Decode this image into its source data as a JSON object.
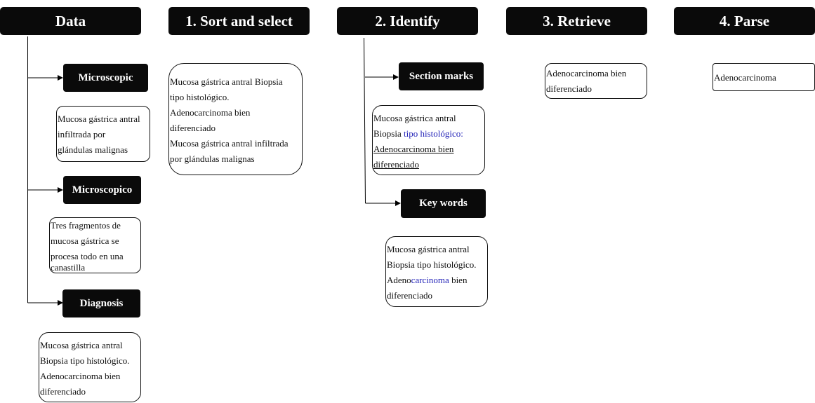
{
  "headers": {
    "data": "Data",
    "sort": "1. Sort and select",
    "identify": "2. Identify",
    "retrieve": "3. Retrieve",
    "parse": "4. Parse"
  },
  "data_column": {
    "microscopic_label": "Microscopic",
    "microscopic_text": [
      "Mucosa gástrica antral",
      "infiltrada por",
      "glándulas malignas"
    ],
    "microscopico_label": "Microscopico",
    "microscopico_text": [
      "Tres fragmentos de",
      "mucosa gástrica se",
      "procesa todo en una",
      "canastilla"
    ],
    "diagnosis_label": "Diagnosis",
    "diagnosis_text": [
      "Mucosa gástrica antral",
      "Biopsia tipo histológico.",
      "Adenocarcinoma bien",
      "diferenciado"
    ]
  },
  "sort_column": {
    "text": [
      "Mucosa gástrica antral Biopsia",
      "tipo histológico.",
      "Adenocarcinoma bien",
      "diferenciado",
      "Mucosa gástrica antral infiltrada",
      "por glándulas malignas"
    ]
  },
  "identify_column": {
    "section_marks_label": "Section marks",
    "section_line1": "Mucosa gástrica antral",
    "section_line2a": "Biopsia ",
    "section_line2b": "tipo histológico:",
    "section_line3": "Adenocarcinoma bien",
    "section_line4": "diferenciado",
    "key_words_label": "Key words",
    "kw_line1": "Mucosa gástrica antral",
    "kw_line2": "Biopsia tipo histológico.",
    "kw_line3a": "Adeno",
    "kw_line3b": "carcinoma",
    "kw_line3c": " bien",
    "kw_line4": "diferenciado"
  },
  "retrieve_column": {
    "text": [
      "Adenocarcinoma bien",
      "diferenciado"
    ]
  },
  "parse_column": {
    "text": "Adenocarcinoma"
  }
}
